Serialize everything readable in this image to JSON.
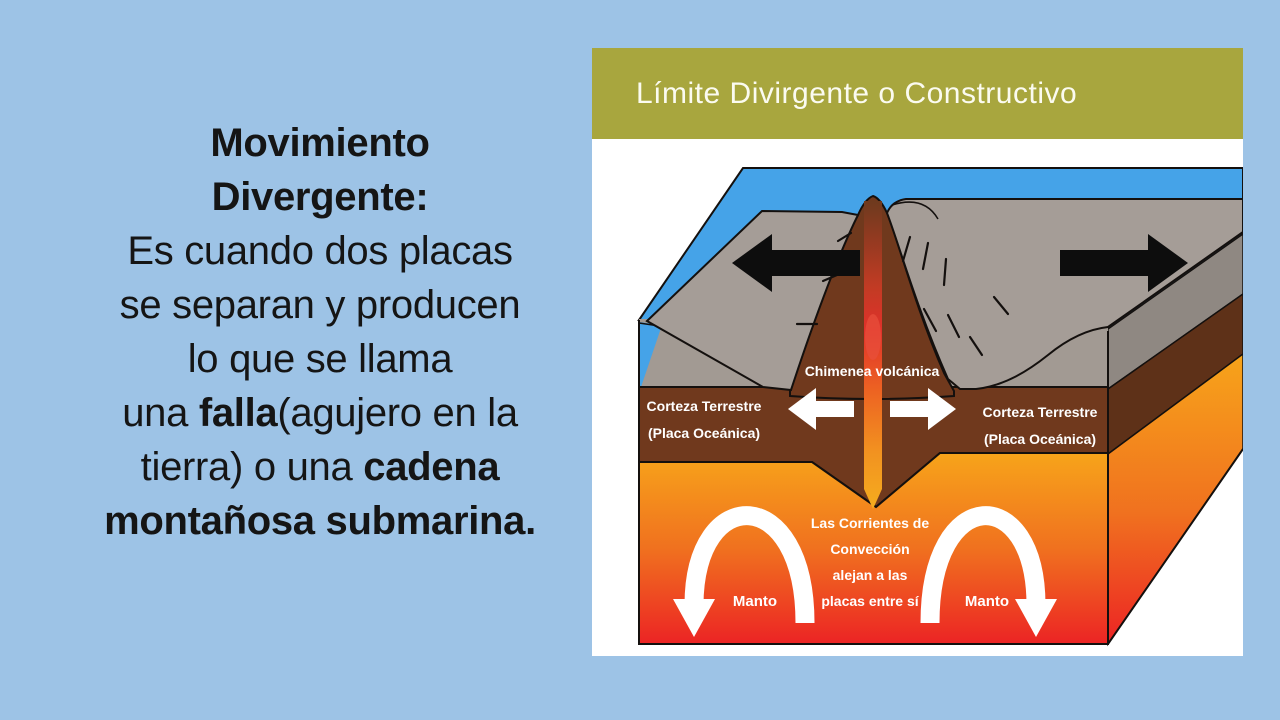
{
  "slide": {
    "background_color": "#9DC3E6",
    "text_block": {
      "line1": "Movimiento",
      "line2": "Divergente:",
      "line3": "Es cuando dos placas",
      "line4": "se separan y producen",
      "line5": "lo que se llama",
      "line6a": "una ",
      "line6b": "falla",
      "line6c": "(agujero en la",
      "line7a": "tierra) o una ",
      "line7b": "cadena",
      "line8": "montañosa submarina."
    }
  },
  "card": {
    "title": "Límite Divirgente o Constructivo",
    "header_color": "#A8A63E",
    "diagram": {
      "labels": {
        "chimney": "Chimenea volcánica",
        "crust_line1": "Corteza Terrestre",
        "crust_line2": "(Placa Oceánica)",
        "convection_line1": "Las Corrientes de",
        "convection_line2": "Convección",
        "convection_line3": "alejan a las",
        "convection_line4": "placas entre sí",
        "mantle": "Manto"
      },
      "colors": {
        "water_blue": "#45A3E8",
        "plate_gray": "#A59D97",
        "crust_brown": "#70391D",
        "mantle_top": "#F7A41A",
        "mantle_bottom": "#EC2424",
        "chimney_red": "#E0312A",
        "arrow_black": "#0D0D0D",
        "label_white": "#FFFFFF"
      }
    }
  }
}
